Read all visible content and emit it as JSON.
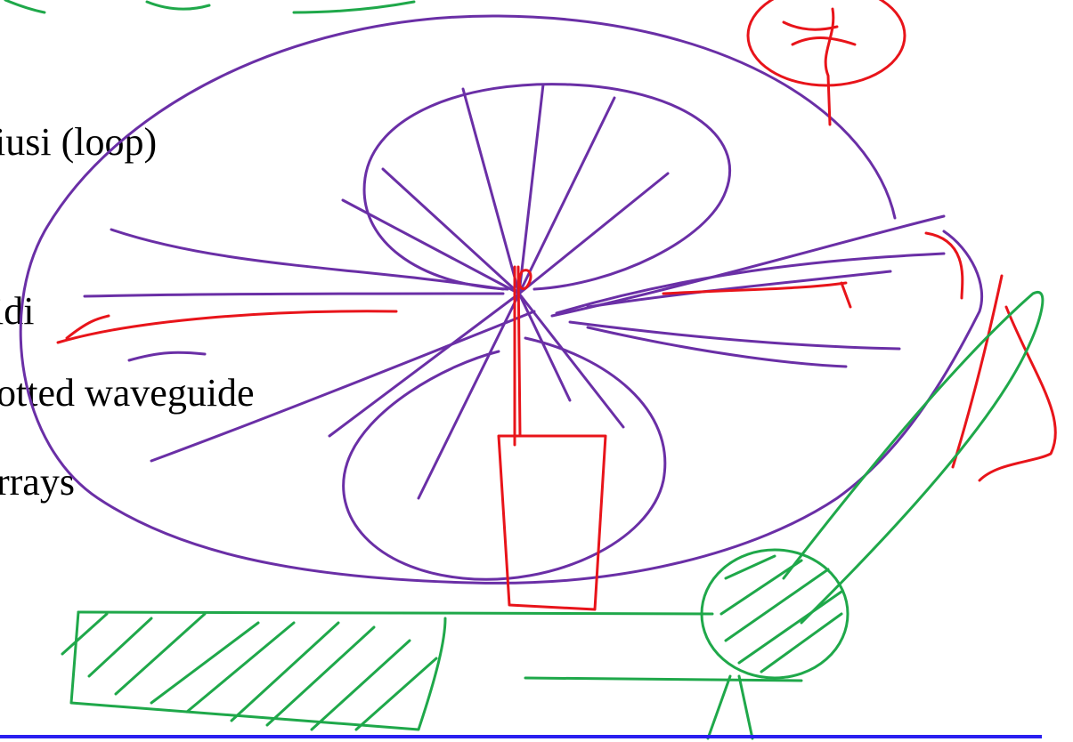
{
  "slide": {
    "lines": [
      "iusi  (loop)",
      "idi",
      "otted waveguide",
      "rrays"
    ]
  },
  "colors": {
    "text": "#000000",
    "ink_purple": "#6a2fa6",
    "ink_red": "#e8141a",
    "ink_green": "#1fa84a",
    "rule_blue": "#2a1ff0"
  },
  "drawing": {
    "strokes": [
      "radiation-pattern-lobe",
      "dipole-antenna",
      "ground-plane",
      "reflector-dish-sketch"
    ]
  }
}
